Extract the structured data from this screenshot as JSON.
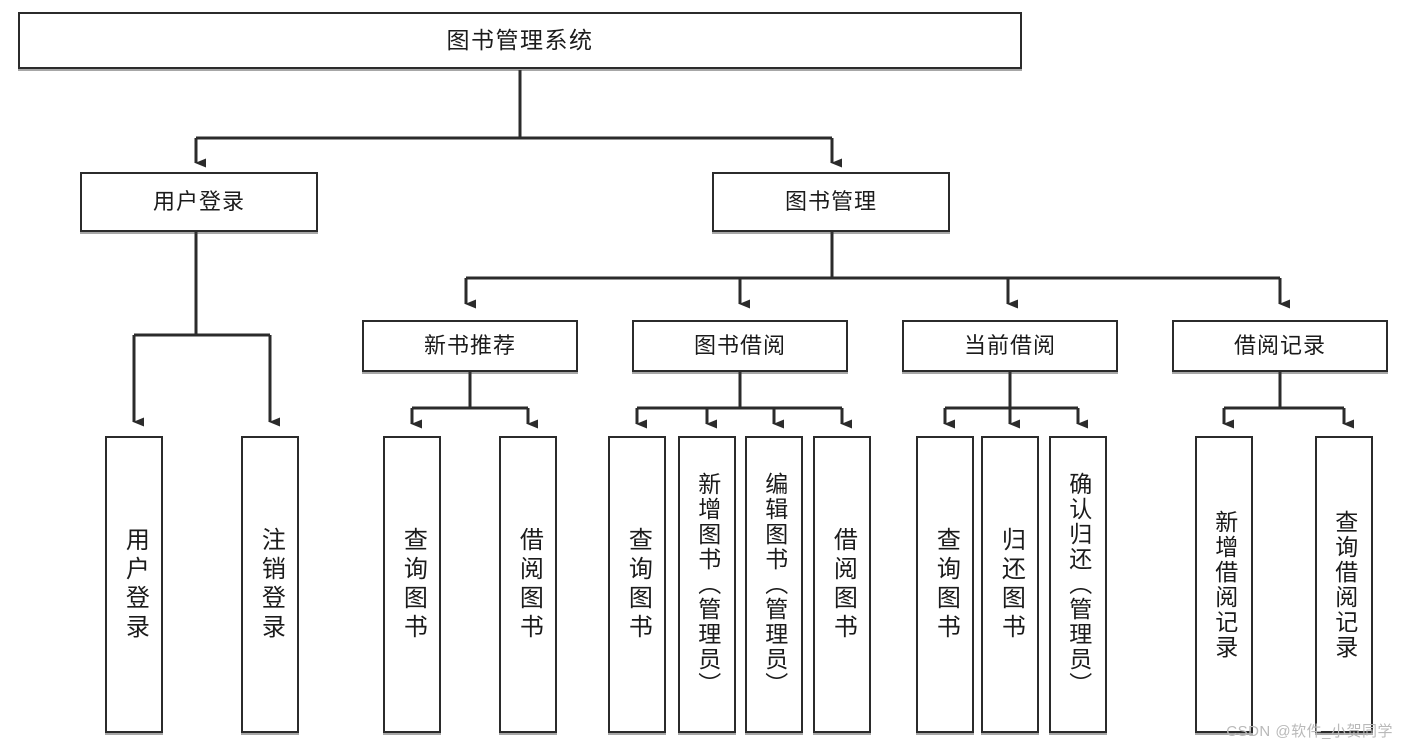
{
  "diagram": {
    "title": "图书管理系统",
    "type": "tree-hierarchy",
    "watermark": "CSDN @软件_小贺同学",
    "colors": {
      "stroke": "#2b2b2b",
      "fill": "#ffffff",
      "text": "#1b1b1b",
      "watermark": "#b9b9b9"
    },
    "nodes": {
      "root": {
        "label": "图书管理系统",
        "level": 1
      },
      "l2": [
        {
          "id": "user-login",
          "label": "用户登录",
          "level": 2
        },
        {
          "id": "book-manage",
          "label": "图书管理",
          "level": 2
        }
      ],
      "l3": [
        {
          "id": "new-book-rec",
          "label": "新书推荐",
          "level": 3
        },
        {
          "id": "book-borrow",
          "label": "图书借阅",
          "level": 3
        },
        {
          "id": "current-borrow",
          "label": "当前借阅",
          "level": 3
        },
        {
          "id": "borrow-record",
          "label": "借阅记录",
          "level": 3
        }
      ],
      "leaves": {
        "user-login": [
          {
            "id": "leaf-user-login",
            "label": "用户登录"
          },
          {
            "id": "leaf-user-logout",
            "label": "注销登录"
          }
        ],
        "new-book-rec": [
          {
            "id": "leaf-query-book-1",
            "label": "查询图书"
          },
          {
            "id": "leaf-borrow-book-1",
            "label": "借阅图书"
          }
        ],
        "book-borrow": [
          {
            "id": "leaf-query-book-2",
            "label": "查询图书"
          },
          {
            "id": "leaf-add-book",
            "label": "新增图书（管理员）"
          },
          {
            "id": "leaf-edit-book",
            "label": "编辑图书（管理员）"
          },
          {
            "id": "leaf-borrow-book-2",
            "label": "借阅图书"
          }
        ],
        "current-borrow": [
          {
            "id": "leaf-query-book-3",
            "label": "查询图书"
          },
          {
            "id": "leaf-return-book",
            "label": "归还图书"
          },
          {
            "id": "leaf-confirm-return",
            "label": "确认归还（管理员）"
          }
        ],
        "borrow-record": [
          {
            "id": "leaf-add-record",
            "label": "新增借阅记录"
          },
          {
            "id": "leaf-query-record",
            "label": "查询借阅记录"
          }
        ]
      }
    }
  }
}
